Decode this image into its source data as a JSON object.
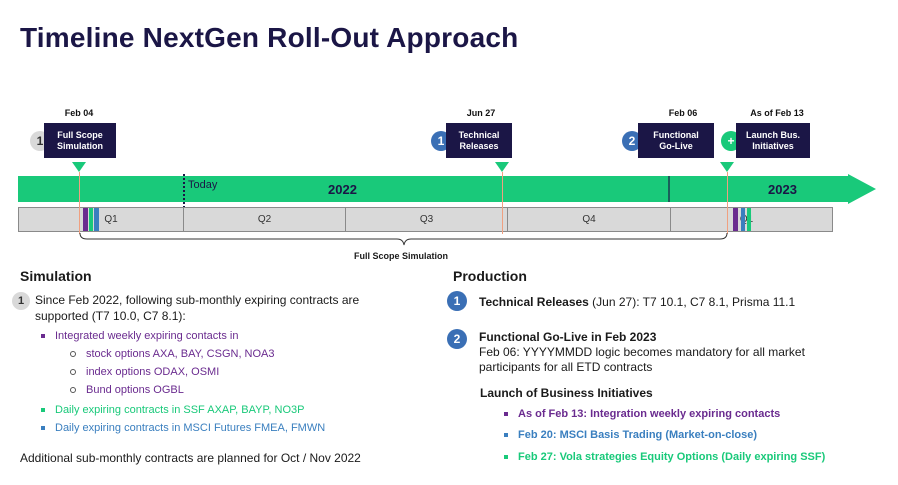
{
  "title": "Timeline NextGen Roll-Out Approach",
  "timeline": {
    "milestones": [
      {
        "date": "Feb 04",
        "num": "1",
        "label_l1": "Full Scope",
        "label_l2": "Simulation"
      },
      {
        "date": "Jun 27",
        "num": "1",
        "label_l1": "Technical",
        "label_l2": "Releases"
      },
      {
        "date": "Feb 06",
        "num": "2",
        "label_l1": "Functional",
        "label_l2": "Go-Live"
      },
      {
        "date": "As of Feb 13",
        "num": "+",
        "label_l1": "Launch Bus.",
        "label_l2": "Initiatives"
      }
    ],
    "today": "Today",
    "year_2022": "2022",
    "year_2023": "2023",
    "quarters": [
      "Q1",
      "Q2",
      "Q3",
      "Q4",
      "Q1"
    ],
    "brace_label": "Full Scope Simulation"
  },
  "simulation": {
    "heading": "Simulation",
    "num": "1",
    "intro_l1": "Since Feb 2022, following sub-monthly expiring contracts are",
    "intro_l2": "supported (T7 10.0, C7 8.1):",
    "weekly": "Integrated weekly expiring contacts in",
    "sub1": "stock options AXA, BAY, CSGN, NOA3",
    "sub2": "index options ODAX, OSMI",
    "sub3": "Bund options OGBL",
    "daily": "Daily expiring contracts in SSF AXAP, BAYP, NO3P",
    "msci": "Daily expiring contracts in MSCI Futures FMEA, FMWN",
    "footer": "Additional sub-monthly contracts are planned for Oct / Nov 2022"
  },
  "production": {
    "heading": "Production",
    "item1_num": "1",
    "item1_bold": "Technical Releases",
    "item1_rest": " (Jun 27): T7 10.1, C7 8.1, Prisma 11.1",
    "item2_num": "2",
    "item2_bold": "Functional Go-Live in Feb 2023",
    "item2_l1": "Feb 06: YYYYMMDD logic becomes mandatory for all market",
    "item2_l2": "participants for all ETD contracts",
    "launch_heading": "Launch of Business Initiatives",
    "launch1": "As of Feb 13: Integration weekly expiring contacts",
    "launch2": "Feb 20: MSCI Basis Trading (Market-on-close)",
    "launch3": "Feb 27: Vola strategies Equity Options (Daily expiring SSF)"
  },
  "colors": {
    "navy": "#1b1646",
    "green": "#19c97a",
    "blue": "#3a6fb5",
    "purple": "#6a2b8f"
  }
}
